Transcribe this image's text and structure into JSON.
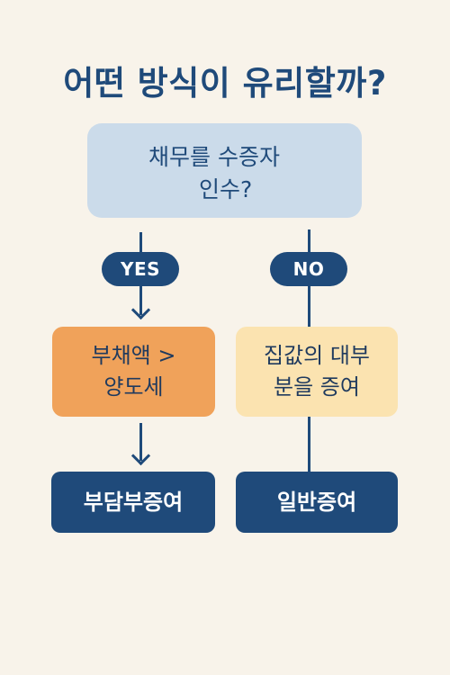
{
  "title": "어떤 방식이 유리할까?",
  "question": {
    "line1": "채무를 수증자",
    "line2": "인수?"
  },
  "yes_label": "YES",
  "no_label": "NO",
  "yes_box": {
    "line1": "부채액 >",
    "line2": "양도세"
  },
  "no_box": {
    "line1": "집값의 대부",
    "line2": "분을 증여"
  },
  "yes_result": "부담부증여",
  "no_result": "일반증여",
  "colors": {
    "background": "#f8f3ea",
    "navy": "#1f4a7a",
    "question_box": "#cbdbea",
    "orange_box": "#f0a25a",
    "yellow_box": "#fbe3b0"
  }
}
